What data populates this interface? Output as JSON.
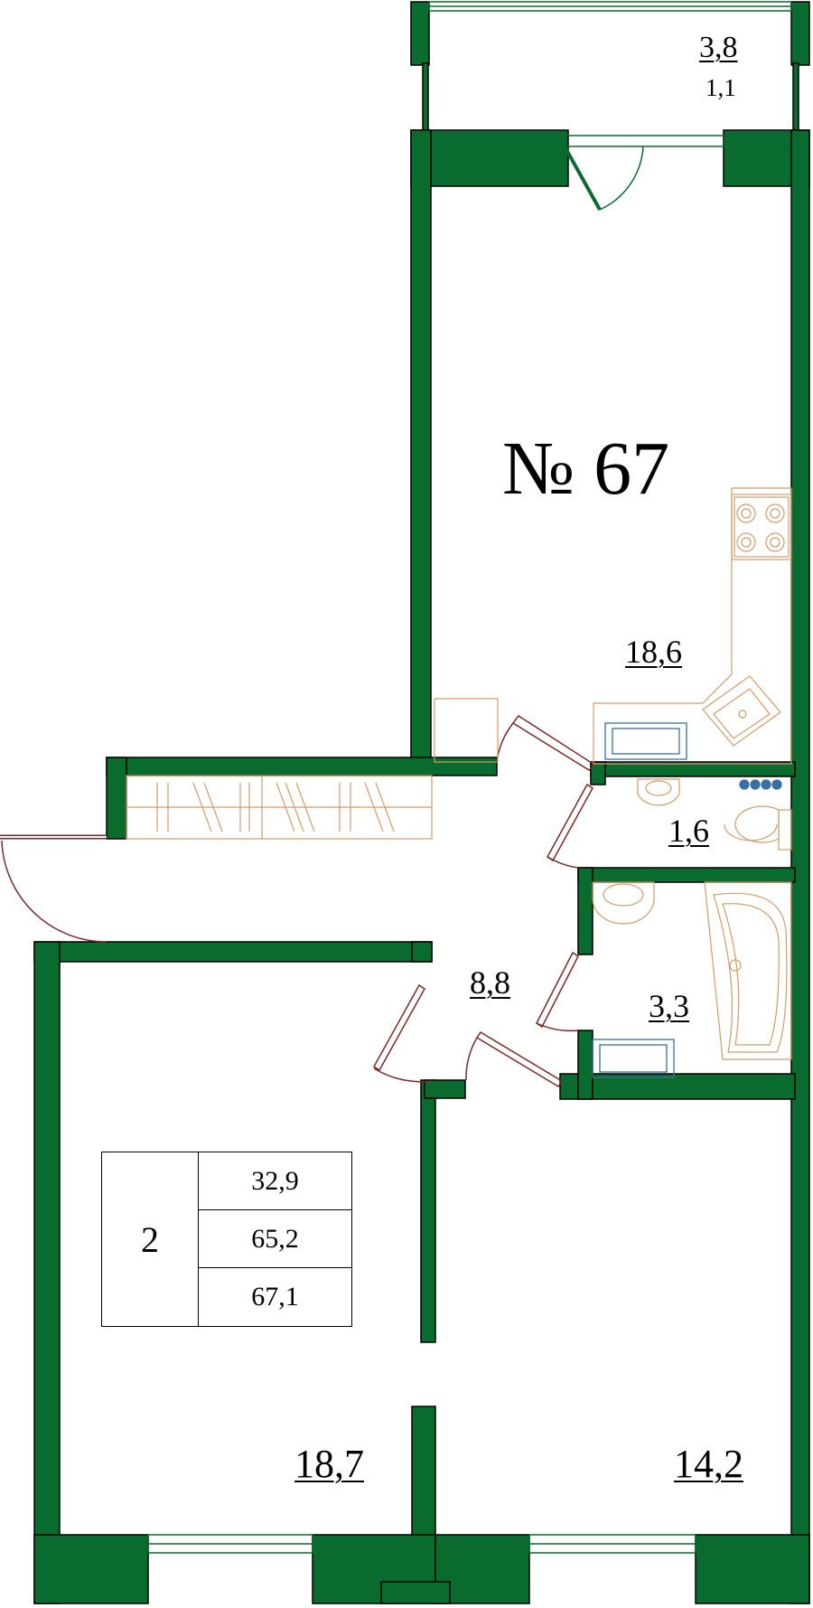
{
  "apartment": {
    "title": "№ 67"
  },
  "rooms": {
    "balcony": {
      "area_top": "3,8",
      "area_bottom": "1,1"
    },
    "kitchen": {
      "area": "18,6"
    },
    "wc": {
      "area": "1,6"
    },
    "bathroom": {
      "area": "3,3"
    },
    "hall": {
      "area": "8,8"
    },
    "bedroom_left": {
      "area": "18,7"
    },
    "bedroom_right": {
      "area": "14,2"
    }
  },
  "summary_table": {
    "rooms_count": "2",
    "values": [
      "32,9",
      "65,2",
      "67,1"
    ]
  },
  "colors": {
    "wall": "#0a6b2e",
    "wall_outline": "#000000",
    "furniture": "#d49a6a",
    "door": "#7a2a2a",
    "appliance": "#3a6ea5"
  }
}
